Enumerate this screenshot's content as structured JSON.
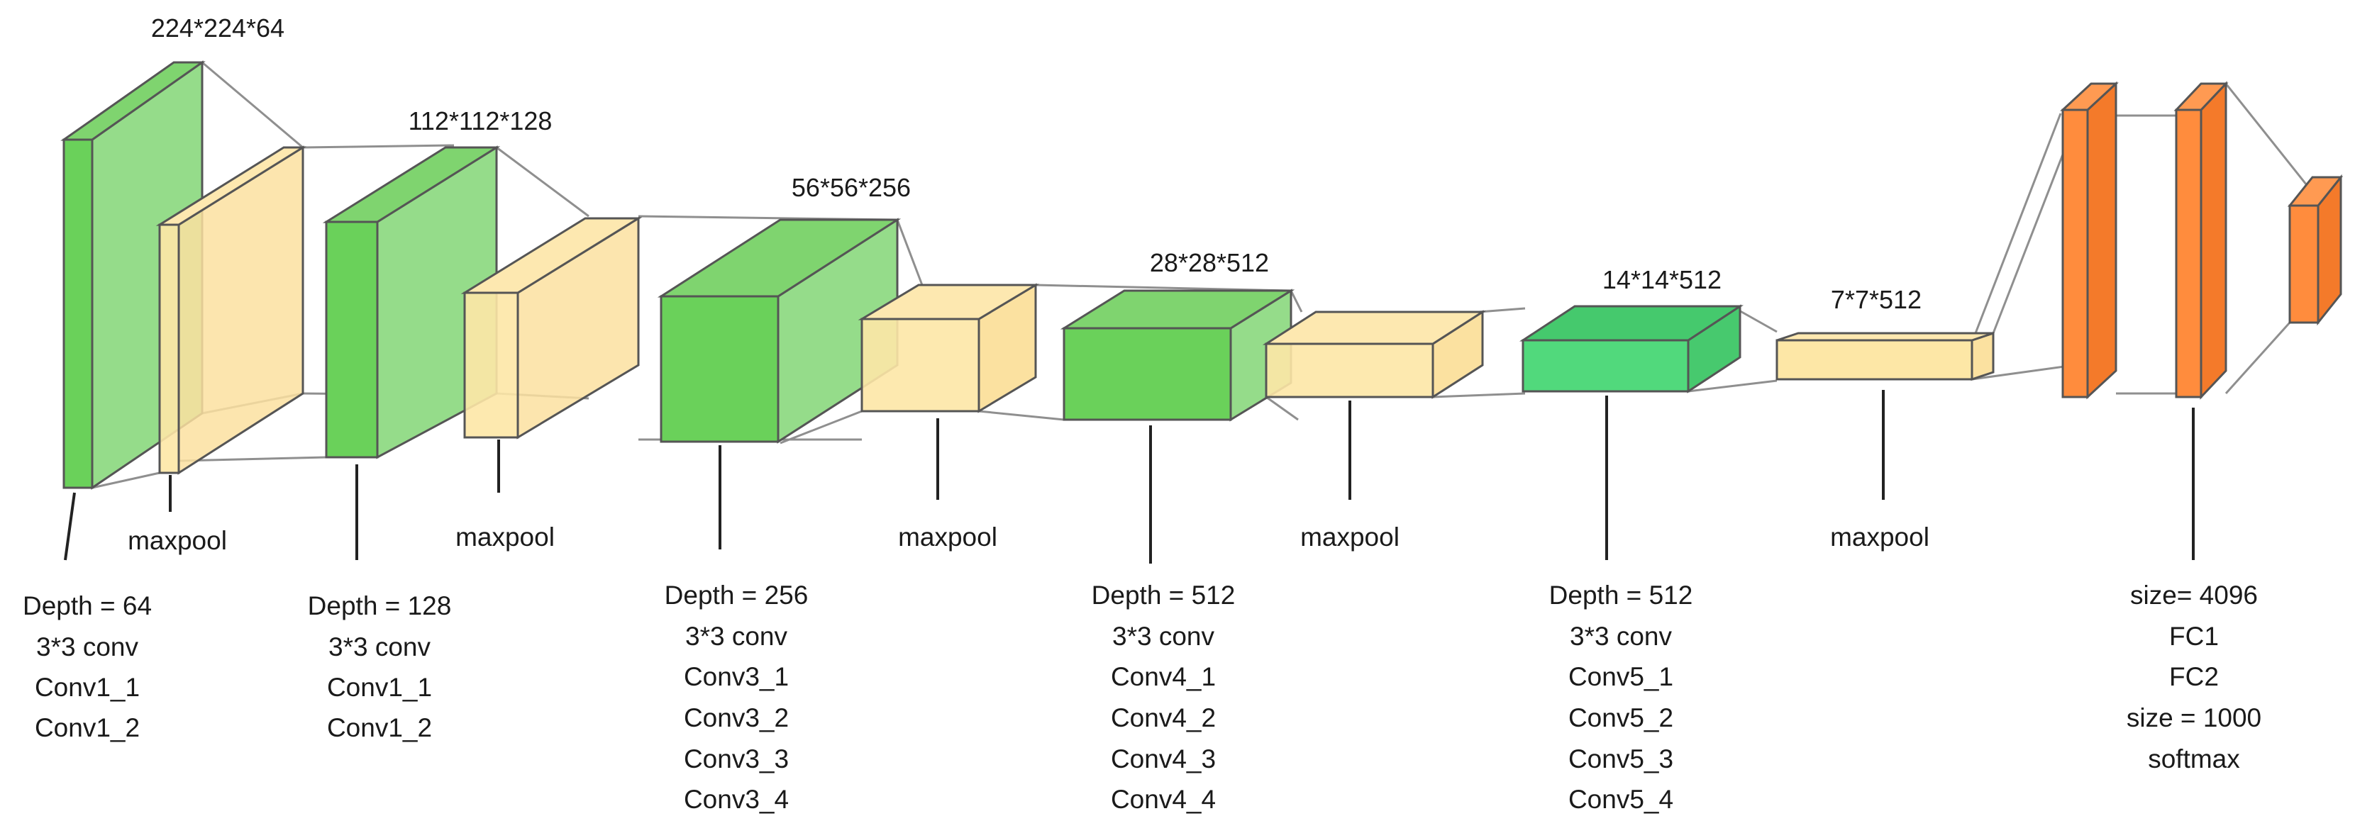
{
  "colors": {
    "conv_front": "#6ad15a",
    "conv_side": "#95dc8a",
    "conv_top": "#7fd46f",
    "conv5_front": "#51d97c",
    "conv5_top": "#45c96d",
    "pool_front": "#fde7a6",
    "pool_side": "#fbe1a0",
    "pool_top": "#fde8b0",
    "fc_front": "#ff8c3d",
    "fc_side": "#f47a2a",
    "outline": "#555555",
    "connector": "#9a9a9a",
    "text": "#1a1a1a"
  },
  "dims": {
    "d1": "224*224*64",
    "d2": "112*112*128",
    "d3": "56*56*256",
    "d4": "28*28*512",
    "d5": "14*14*512",
    "d6": "7*7*512"
  },
  "pool_label": "maxpool",
  "blocks": [
    {
      "lines": [
        "Depth = 64",
        "3*3 conv",
        "Conv1_1",
        "Conv1_2"
      ]
    },
    {
      "lines": [
        "Depth = 128",
        "3*3 conv",
        "Conv1_1",
        "Conv1_2"
      ]
    },
    {
      "lines": [
        "Depth = 256",
        "3*3 conv",
        "Conv3_1",
        "Conv3_2",
        "Conv3_3",
        "Conv3_4"
      ]
    },
    {
      "lines": [
        "Depth = 512",
        "3*3 conv",
        "Conv4_1",
        "Conv4_2",
        "Conv4_3",
        "Conv4_4"
      ]
    },
    {
      "lines": [
        "Depth = 512",
        "3*3 conv",
        "Conv5_1",
        "Conv5_2",
        "Conv5_3",
        "Conv5_4"
      ]
    },
    {
      "lines": [
        "size= 4096",
        "FC1",
        "FC2",
        "size = 1000",
        "softmax"
      ]
    }
  ]
}
